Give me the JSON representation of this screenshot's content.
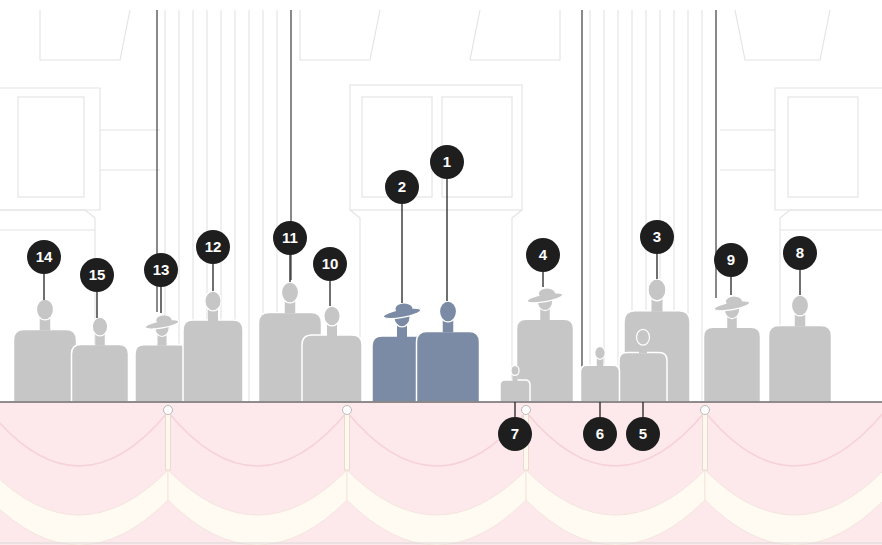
{
  "diagram": {
    "labels": [
      "14",
      "15",
      "13",
      "12",
      "11",
      "10",
      "2",
      "1",
      "4",
      "3",
      "9",
      "8",
      "7",
      "6",
      "5"
    ]
  }
}
